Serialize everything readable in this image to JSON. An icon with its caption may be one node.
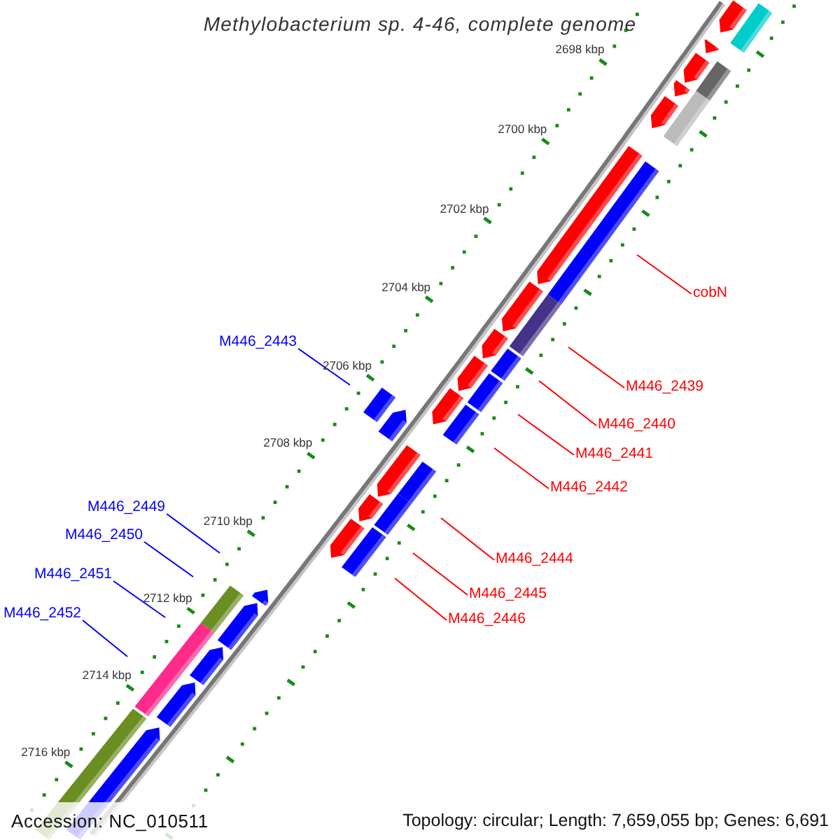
{
  "diagram": {
    "title": "Methylobacterium sp. 4-46, complete genome",
    "nodes": [
      {
        "text": [
          "cobN"
        ]
      },
      {
        "text": [
          "M446_2443"
        ]
      },
      {
        "text": [
          "M446_2439"
        ]
      },
      {
        "text": [
          "M446_2440"
        ]
      },
      {
        "text": [
          "M446_2441"
        ]
      },
      {
        "text": [
          "M446_2442"
        ]
      },
      {
        "text": [
          "M446_2449"
        ]
      },
      {
        "text": [
          "M446_2450"
        ]
      },
      {
        "text": [
          "M446_2444"
        ]
      },
      {
        "text": [
          "M446_2451"
        ]
      },
      {
        "text": [
          "M446_2445"
        ]
      },
      {
        "text": [
          "M446_2452"
        ]
      },
      {
        "text": [
          "M446_2446"
        ]
      }
    ],
    "edges": [
      {
        "from": 0,
        "to": null,
        "arrow": "none"
      },
      {
        "from": 1,
        "to": null,
        "arrow": "none",
        "color": "#0000ff"
      },
      {
        "from": 2,
        "to": null,
        "arrow": "none"
      },
      {
        "from": 3,
        "to": null,
        "arrow": "none"
      },
      {
        "from": 4,
        "to": null,
        "arrow": "none"
      },
      {
        "from": 5,
        "to": null,
        "arrow": "none"
      },
      {
        "from": 6,
        "to": null,
        "arrow": "none",
        "color": "#0000ff"
      },
      {
        "from": 7,
        "to": null,
        "arrow": "none",
        "color": "#0000ff"
      },
      {
        "from": 8,
        "to": null,
        "arrow": "none"
      },
      {
        "from": 9,
        "to": null,
        "arrow": "none",
        "color": "#0000ff"
      },
      {
        "from": 10,
        "to": null,
        "arrow": "none"
      },
      {
        "from": 11,
        "to": null,
        "arrow": "none",
        "color": "#0000ff"
      },
      {
        "from": 12,
        "to": null,
        "arrow": "none"
      }
    ],
    "labels": [
      "2698 kbp",
      "2700 kbp",
      "2702 kbp",
      "2704 kbp",
      "2706 kbp",
      "2708 kbp",
      "2710 kbp",
      "2712 kbp",
      "2714 kbp",
      "2716 kbp",
      "Accession: NC_010511",
      "Topology: circular; Length: 7,659,055 bp; Genes: 6,691"
    ]
  }
}
